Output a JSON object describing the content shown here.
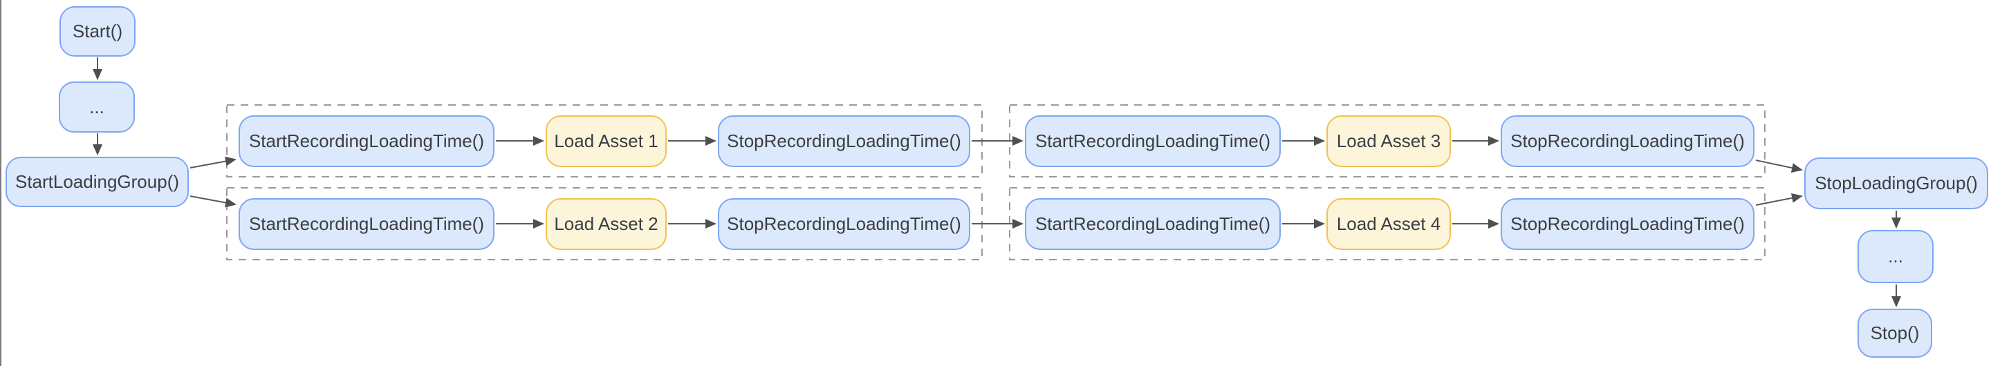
{
  "diagram": {
    "entry": {
      "start": "Start()",
      "ellipsis": "...",
      "start_loading_group": "StartLoadingGroup()"
    },
    "groups": [
      {
        "rows": [
          {
            "start_recording": "StartRecordingLoadingTime()",
            "load_asset": "Load Asset 1",
            "stop_recording": "StopRecordingLoadingTime()"
          },
          {
            "start_recording": "StartRecordingLoadingTime()",
            "load_asset": "Load Asset 2",
            "stop_recording": "StopRecordingLoadingTime()"
          }
        ]
      },
      {
        "rows": [
          {
            "start_recording": "StartRecordingLoadingTime()",
            "load_asset": "Load Asset 3",
            "stop_recording": "StopRecordingLoadingTime()"
          },
          {
            "start_recording": "StartRecordingLoadingTime()",
            "load_asset": "Load Asset 4",
            "stop_recording": "StopRecordingLoadingTime()"
          }
        ]
      }
    ],
    "exit": {
      "stop_loading_group": "StopLoadingGroup()",
      "ellipsis": "...",
      "stop": "Stop()"
    },
    "colors": {
      "function_node_fill": "#dce8fc",
      "function_node_border": "#7da6f3",
      "asset_node_fill": "#fdf5da",
      "asset_node_border": "#f0c24f",
      "node_text": "#3b3e42",
      "cluster_dash": "#9a9a9a",
      "arrow": "#5a5a5a"
    }
  }
}
